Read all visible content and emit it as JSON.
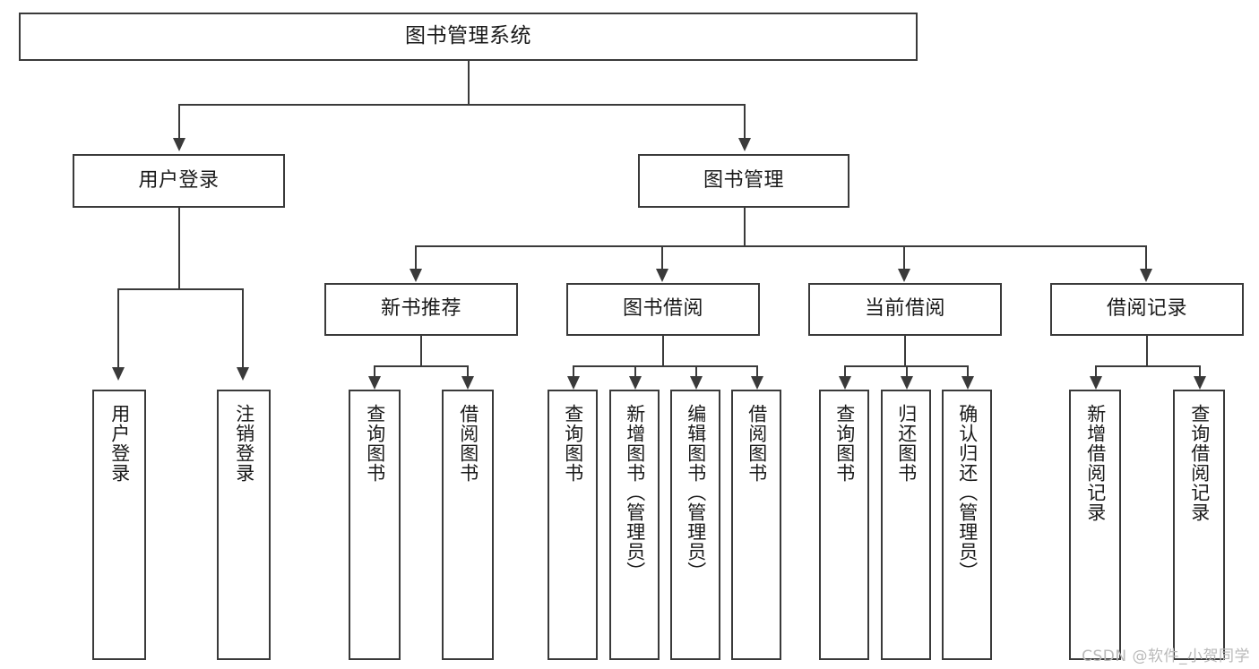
{
  "diagram": {
    "title": "图书管理系统",
    "type": "tree",
    "background_color": "#ffffff",
    "line_color": "#3a3a3a",
    "text_color": "#1a1a1a",
    "watermark": "CSDN @软件_小贺同学",
    "nodes": {
      "root": {
        "label": "图书管理系统"
      },
      "level2": [
        {
          "id": "user-login",
          "label": "用户登录"
        },
        {
          "id": "book-manage",
          "label": "图书管理"
        }
      ],
      "level3": [
        {
          "id": "new-book-recommend",
          "label": "新书推荐"
        },
        {
          "id": "book-borrow",
          "label": "图书借阅"
        },
        {
          "id": "current-borrow",
          "label": "当前借阅"
        },
        {
          "id": "borrow-record",
          "label": "借阅记录"
        }
      ],
      "leaves": [
        {
          "id": "leaf-user-login",
          "label": "用户登录"
        },
        {
          "id": "leaf-logout-login",
          "label": "注销登录"
        },
        {
          "id": "leaf-query-book-1",
          "label": "查询图书"
        },
        {
          "id": "leaf-borrow-book-1",
          "label": "借阅图书"
        },
        {
          "id": "leaf-query-book-2",
          "label": "查询图书"
        },
        {
          "id": "leaf-add-book-admin",
          "label": "新增图书（管理员）"
        },
        {
          "id": "leaf-edit-book-admin",
          "label": "编辑图书（管理员）"
        },
        {
          "id": "leaf-borrow-book-2",
          "label": "借阅图书"
        },
        {
          "id": "leaf-query-book-3",
          "label": "查询图书"
        },
        {
          "id": "leaf-return-book",
          "label": "归还图书"
        },
        {
          "id": "leaf-confirm-return-admin",
          "label": "确认归还（管理员）"
        },
        {
          "id": "leaf-add-borrow-record",
          "label": "新增借阅记录"
        },
        {
          "id": "leaf-query-borrow-record",
          "label": "查询借阅记录"
        }
      ]
    }
  }
}
